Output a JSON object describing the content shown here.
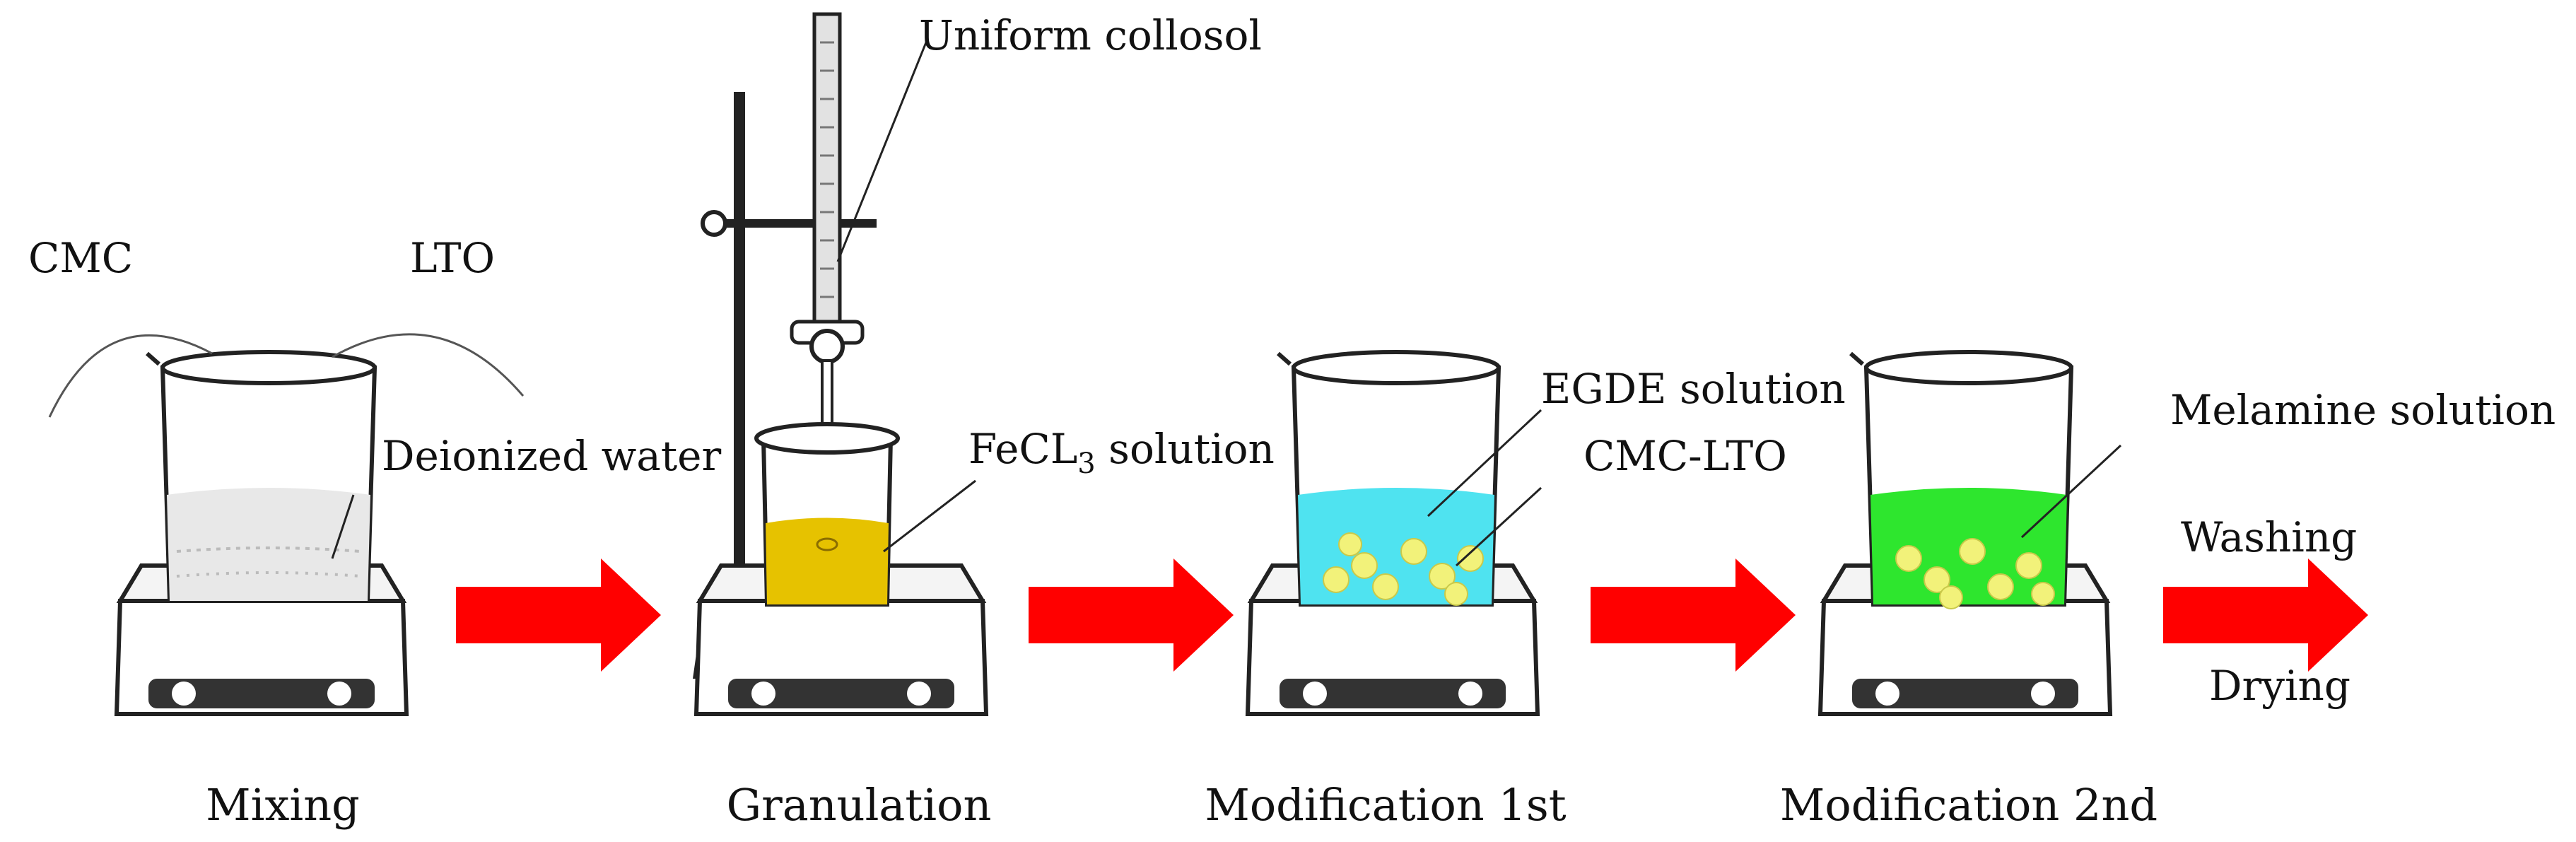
{
  "labels": {
    "cmc": "CMC",
    "lto": "LTO",
    "deionized_water": "Deionized water",
    "uniform_collosol": "Uniform collosol",
    "fecl3_prefix": "FeCL",
    "fecl3_sub": "3",
    "fecl3_suffix": " solution",
    "egde_solution": "EGDE solution",
    "cmc_lto": "CMC-LTO",
    "melamine_solution": "Melamine solution",
    "washing": "Washing",
    "drying": "Drying"
  },
  "steps": {
    "mixing": "Mixing",
    "granulation": "Granulation",
    "modification_1": "Modification 1st",
    "modification_2": "Modification 2nd"
  },
  "colors": {
    "arrow": "#ff0000",
    "fecl3_liquid": "#e6c200",
    "egde_liquid": "#4fe3f0",
    "melamine_liquid": "#2ee62e",
    "beads": "#f2f27a",
    "water": "#e8e8e8",
    "outline": "#222222"
  }
}
